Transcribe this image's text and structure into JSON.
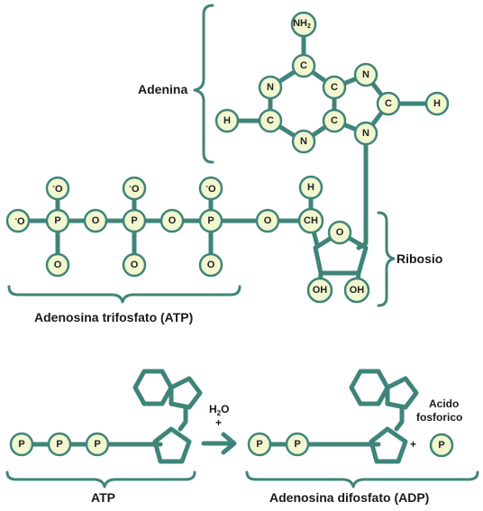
{
  "labels": {
    "adenina": "Adenina",
    "ribosio": "Ribosio",
    "atp_full": "Adenosina trifosfato (ATP)",
    "atp": "ATP",
    "adp": "Adenosina difosfato (ADP)",
    "acido_line1": "Acido",
    "acido_line2": "fosforico",
    "water_h": "H",
    "water_sub": "2",
    "water_o": "O",
    "plus": "+"
  },
  "atoms": {
    "nh2": "NH",
    "nh2_sub": "2",
    "c": "C",
    "n": "N",
    "h": "H",
    "o": "O",
    "o_minus": "O",
    "minus": "-",
    "p": "P",
    "ch": "CH",
    "oh": "OH"
  },
  "colors": {
    "bond": "#3f8479",
    "atom_fill": "#f2f7cf"
  }
}
